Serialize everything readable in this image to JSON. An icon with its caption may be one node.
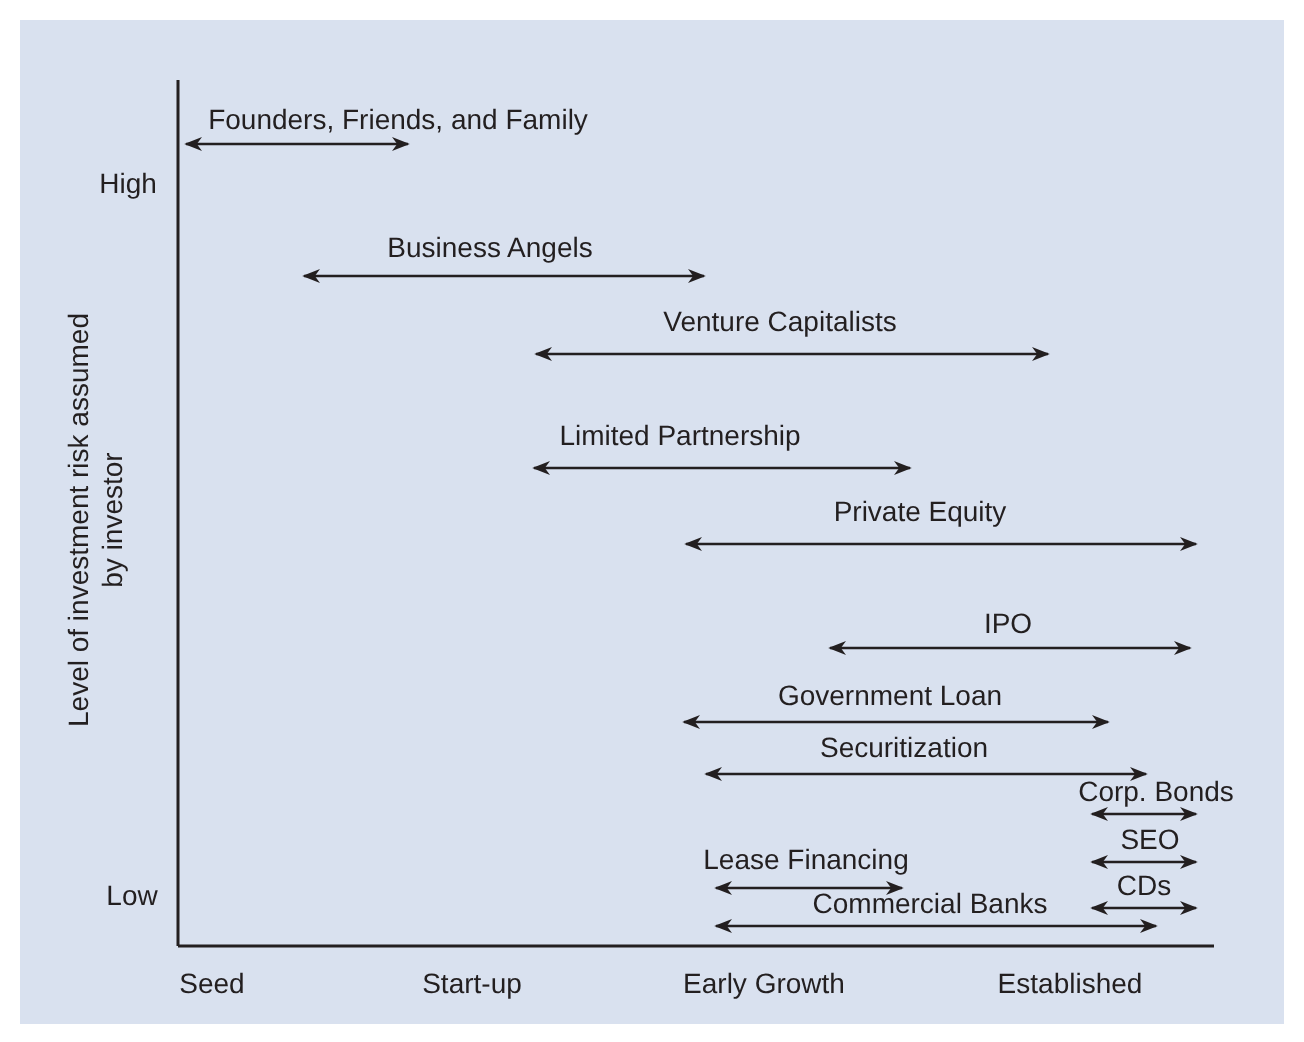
{
  "diagram": {
    "labels": [
      "Founders, Friends, and Family",
      "High",
      "Business Angels",
      "Venture Capitalists",
      "Level of investment risk assumed by investor",
      "Limited Partnership",
      "Private Equity",
      "IPO",
      "Government Loan",
      "Securitization",
      "Corp. Bonds",
      "SEO",
      "Lease Financing",
      "CDs",
      "Low",
      "Commercial Banks",
      "Seed",
      "Start-up",
      "Early Growth",
      "Established"
    ]
  }
}
